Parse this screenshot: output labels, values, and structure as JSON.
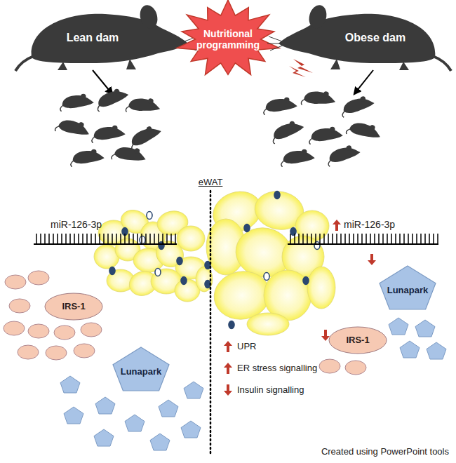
{
  "diagram": {
    "nodes": [
      {
        "text": [
          "Lean dam"
        ]
      },
      {
        "text": [
          "Nutritional programming"
        ]
      },
      {
        "text": [
          "Obese dam"
        ]
      },
      {
        "text": [
          "IRS-1"
        ]
      },
      {
        "text": [
          "Lunapark"
        ]
      },
      {
        "text": [
          "IRS-1"
        ]
      },
      {
        "text": [
          "Lunapark"
        ]
      }
    ],
    "labels": [
      "eWAT",
      "miR-126-3p",
      "miR-126-3p",
      "UPR",
      "ER stress signalling",
      "Insulin signalling",
      "Created using PowerPoint tools"
    ]
  }
}
